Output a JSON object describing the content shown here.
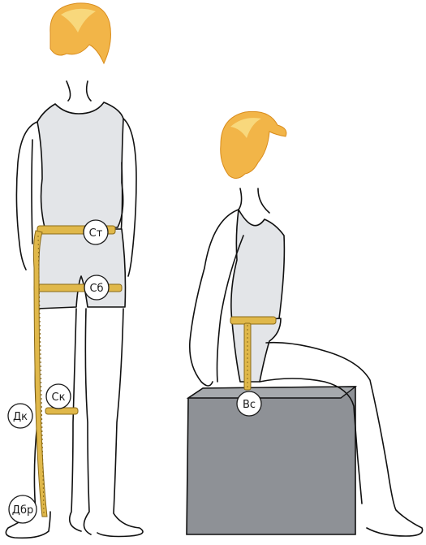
{
  "labels": {
    "waist": "Ст",
    "hips": "Сб",
    "knee": "Ск",
    "knee_length": "Дк",
    "trouser_length": "Дбр",
    "seat_height": "Вс"
  },
  "colors": {
    "tape": "#e0b84a",
    "shirt": "#e3e5e8",
    "stool": "#8e9196",
    "hair": "#f2b548"
  }
}
